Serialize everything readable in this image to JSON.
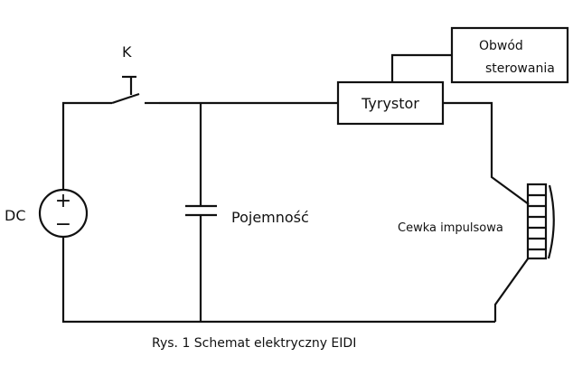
{
  "switch_label": "K",
  "source_label": "DC",
  "source_plus": "+",
  "source_minus": "−",
  "capacitor_label": "Pojemność",
  "thyristor_label": "Tyrystor",
  "control_circuit_line1": "Obwód",
  "control_circuit_line2": "sterowania",
  "coil_label": "Cewka impulsowa",
  "caption": "Rys. 1 Schemat elektryczny EIDI",
  "colors": {
    "line": "#111111",
    "background": "#ffffff"
  }
}
